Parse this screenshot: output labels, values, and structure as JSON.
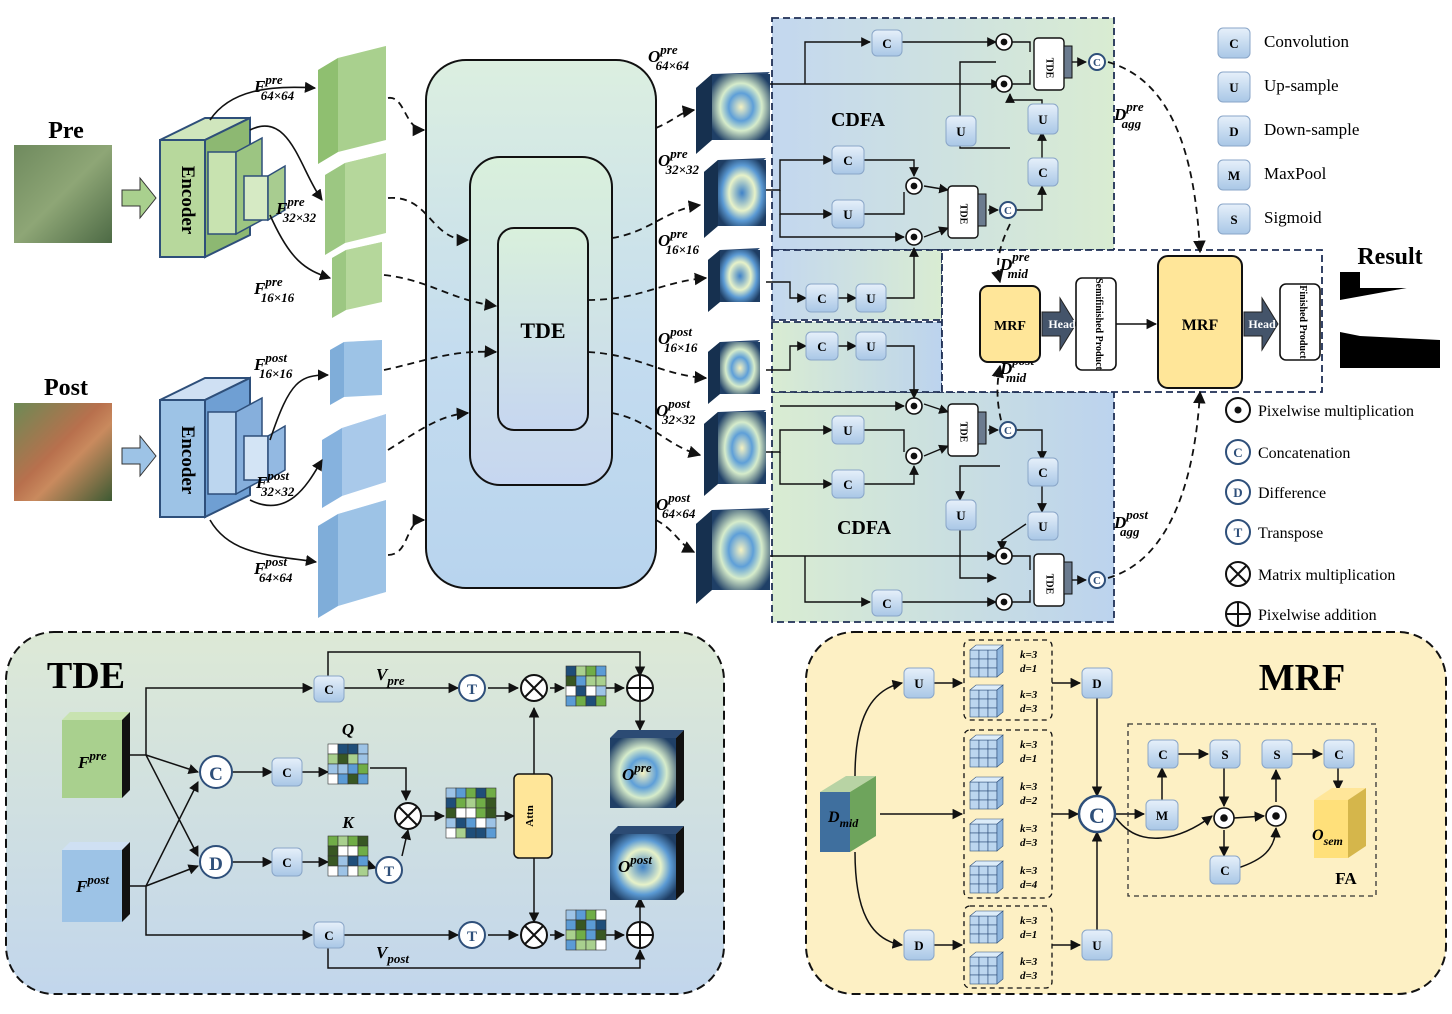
{
  "inputs": {
    "pre_label": "Pre",
    "post_label": "Post"
  },
  "encoder": {
    "label": "Encoder"
  },
  "features": {
    "f": "F",
    "pre_sup": "pre",
    "post_sup": "post",
    "sub_64": "64×64",
    "sub_32": "32×32",
    "sub_16": "16×16"
  },
  "tde_main": {
    "label": "TDE"
  },
  "outputs": {
    "o": "O"
  },
  "cdfa": {
    "label": "CDFA",
    "d": "D",
    "agg": "agg",
    "mid": "mid",
    "pre": "pre",
    "post": "post",
    "tde_block": "TDE"
  },
  "ops": {
    "c": "C",
    "u": "U",
    "d": "D",
    "m": "M",
    "s": "S",
    "t": "T"
  },
  "mrf": {
    "label": "MRF",
    "head": "Head",
    "semifinished": "Semifinished Product",
    "finished": "Finished Product",
    "result": "Result"
  },
  "legend": {
    "items": [
      {
        "glyph": "C",
        "text": "Convolution"
      },
      {
        "glyph": "U",
        "text": "Up-sample"
      },
      {
        "glyph": "D",
        "text": "Down-sample"
      },
      {
        "glyph": "M",
        "text": "MaxPool"
      },
      {
        "glyph": "S",
        "text": "Sigmoid"
      }
    ],
    "symbols": [
      {
        "glyph": "dot",
        "text": "Pixelwise multiplication"
      },
      {
        "glyph": "C",
        "text": "Concatenation"
      },
      {
        "glyph": "D",
        "text": "Difference"
      },
      {
        "glyph": "T",
        "text": "Transpose"
      },
      {
        "glyph": "times",
        "text": "Matrix multiplication"
      },
      {
        "glyph": "plus",
        "text": "Pixelwise addition"
      }
    ]
  },
  "tde_detail": {
    "title": "TDE",
    "v": "V",
    "v_pre": "pre",
    "v_post": "post",
    "q": "Q",
    "k": "K",
    "attn": "Attn",
    "f": "F",
    "f_pre": "pre",
    "f_post": "post",
    "o": "O",
    "o_pre": "pre",
    "o_post": "post"
  },
  "mrf_detail": {
    "title": "MRF",
    "dmid": "D",
    "dmid_sub": "mid",
    "osem": "O",
    "osem_sub": "sem",
    "fa": "FA",
    "k_label": "k=3",
    "d_labels": [
      "d=1",
      "d=3",
      "d=1",
      "d=2",
      "d=3",
      "d=4",
      "d=1",
      "d=3"
    ]
  },
  "colors": {
    "green_feature": "#a9d08e",
    "blue_feature": "#9dc3e6",
    "tde_panel": "#dbe9dc",
    "mrf_panel": "#fdf0c4",
    "mrf_box": "#ffe699",
    "op_box": "#c9ddf2"
  }
}
